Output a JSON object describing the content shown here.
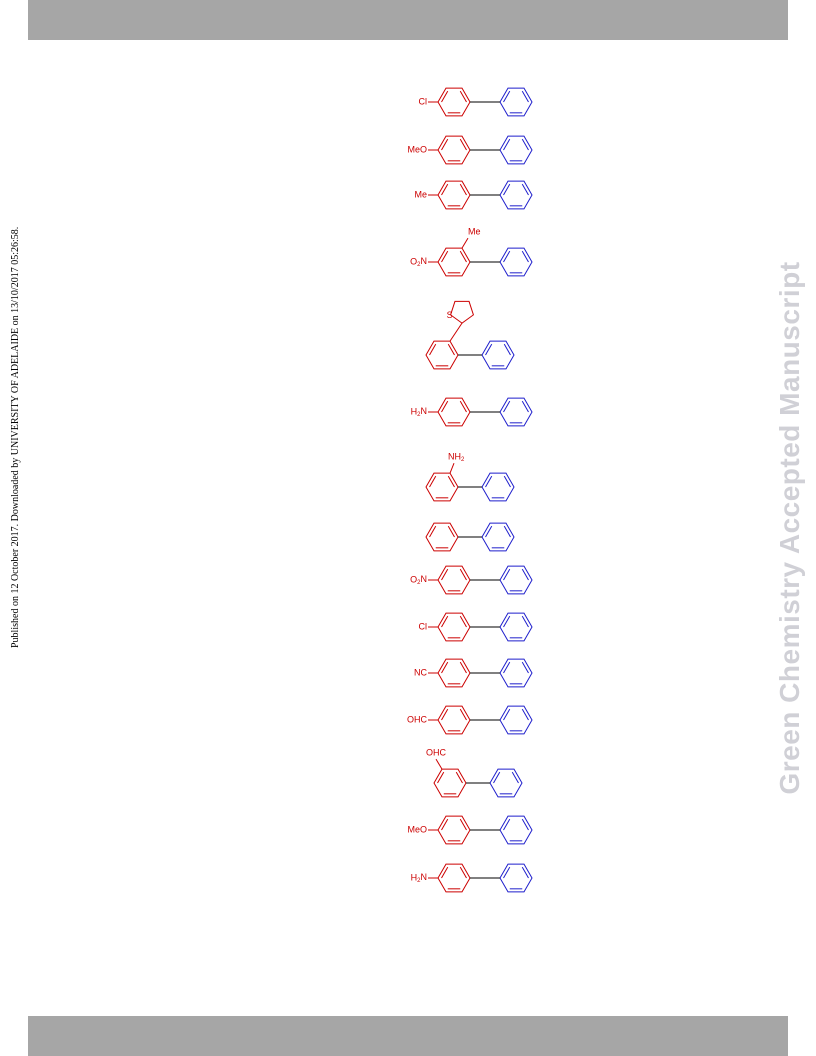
{
  "side_note": "Published on 12 October 2017. Downloaded by UNIVERSITY OF ADELAIDE on 13/10/2017 05:26:58.",
  "watermark": "Green Chemistry Accepted Manuscript",
  "colors": {
    "bar": "#a6a6a6",
    "ring_red": "#cc0000",
    "ring_blue": "#1f1fcc",
    "watermark": "#d0d0d6"
  },
  "structures": [
    {
      "kind": "para",
      "substituent": "Cl"
    },
    {
      "kind": "para",
      "substituent": "MeO"
    },
    {
      "kind": "para",
      "substituent": "Me"
    },
    {
      "kind": "para",
      "substituent": "O2N",
      "ortho_label": "Me"
    },
    {
      "kind": "ortho-thienyl",
      "heteroatom": "S"
    },
    {
      "kind": "para",
      "substituent": "H2N"
    },
    {
      "kind": "ortho",
      "substituent": "NH2"
    },
    {
      "kind": "none"
    },
    {
      "kind": "para",
      "substituent": "O2N"
    },
    {
      "kind": "para",
      "substituent": "Cl"
    },
    {
      "kind": "para",
      "substituent": "NC"
    },
    {
      "kind": "para",
      "substituent": "OHC"
    },
    {
      "kind": "meta",
      "substituent": "OHC"
    },
    {
      "kind": "para",
      "substituent": "MeO"
    },
    {
      "kind": "para",
      "substituent": "H2N"
    }
  ]
}
